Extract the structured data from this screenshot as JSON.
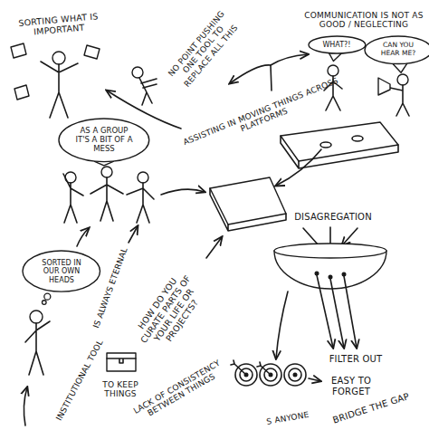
{
  "diagram": {
    "nodes": [
      {
        "text": [
          "WHAT?!"
        ]
      },
      {
        "text": [
          "CAN YOU HEAR ME?"
        ]
      },
      {
        "text": [
          "AS A GROUP IT'S A BIT OF A MESS"
        ]
      },
      {
        "text": [
          "SORTED IN OUR OWN HEADS"
        ]
      }
    ],
    "labels": [
      "SORTING WHAT IS IMPORTANT",
      "NO POINT PUSHING ONE TOOL TO REPLACE ALL THIS",
      "COMMUNICATION IS NOT AS GOOD / NEGLECTING",
      "ASSISTING IN MOVING THINGS ACROSS PLATFORMS",
      "IS ALWAYS ETERNAL",
      "HOW DO YOU CURATE PARTS OF YOUR LIFE OR PROJECTS?",
      "DISAGREGATION",
      "FILTER OUT",
      "INSTITUTIONAL TOOL",
      "TO KEEP THINGS",
      "LACK OF CONSISTENCY BETWEEN THINGS",
      "EASY TO FORGET",
      "BRIDGE THE GAP",
      "S ANYONE"
    ]
  }
}
